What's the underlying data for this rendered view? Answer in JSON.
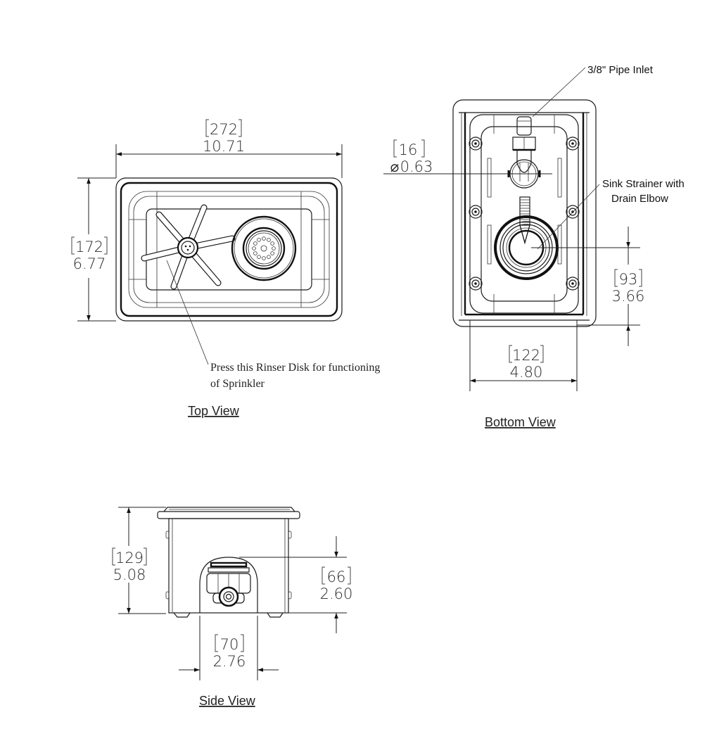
{
  "views": {
    "top": {
      "title": "Top View",
      "width_mm": "272",
      "width_in": "10.71",
      "height_mm": "172",
      "height_in": "6.77",
      "callout_line1": "Press this Rinser Disk for functioning",
      "callout_line2": "of Sprinkler"
    },
    "bottom": {
      "title": "Bottom View",
      "pipe_inlet_label": "3/8\" Pipe Inlet",
      "strainer_label_line1": "Sink Strainer with",
      "strainer_label_line2": "Drain Elbow",
      "diameter_mm": "16",
      "diameter_in": "0.63",
      "diameter_symbol": "⌀",
      "offset_mm": "93",
      "offset_in": "3.66",
      "width_mm": "122",
      "width_in": "4.80"
    },
    "side": {
      "title": "Side View",
      "height_mm": "129",
      "height_in": "5.08",
      "drain_height_mm": "66",
      "drain_height_in": "2.60",
      "drain_width_mm": "70",
      "drain_width_in": "2.76"
    }
  }
}
